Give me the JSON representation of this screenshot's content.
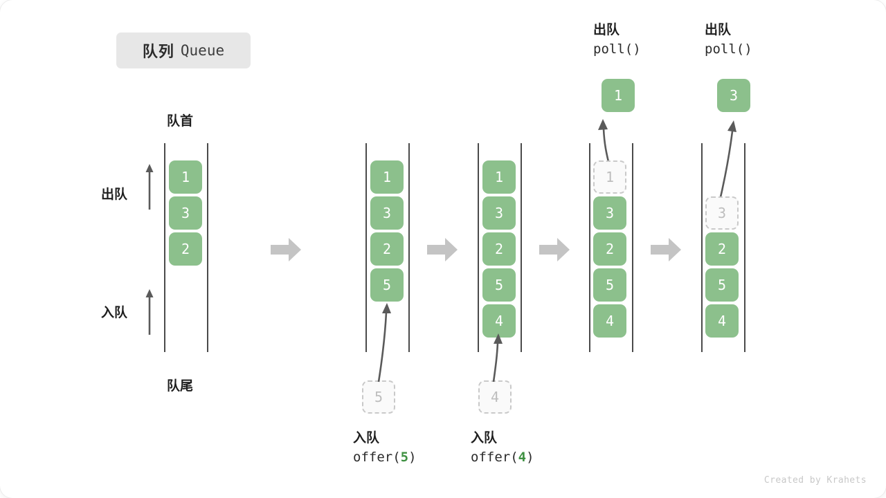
{
  "title": {
    "cn": "队列",
    "en": "Queue"
  },
  "labels": {
    "head": "队首",
    "tail": "队尾",
    "dequeue": "出队",
    "enqueue": "入队"
  },
  "credit": "Created by Krahets",
  "colors": {
    "cell_fill": "#8cc08c",
    "cell_text": "#ffffff",
    "ghost_fill": "#fafafa",
    "ghost_border": "#c9c9c9",
    "ghost_text": "#bdbdbd",
    "rail": "#4a4a4a",
    "block_arrow": "#c4c4c4",
    "curve_arrow": "#5a5a5a",
    "code_arg": "#3f9142",
    "badge_bg": "#e7e7e7"
  },
  "stages": [
    {
      "name": "initial",
      "cells": [
        "1",
        "3",
        "2"
      ],
      "ghost_index": -1,
      "popped": null,
      "op_cn": "",
      "op_code_pre": "",
      "op_code_arg": "",
      "op_code_post": ""
    },
    {
      "name": "after-offer-5",
      "cells": [
        "1",
        "3",
        "2",
        "5"
      ],
      "ghost_index": -1,
      "popped": null,
      "incoming": "5",
      "op_cn": "入队",
      "op_code_pre": "offer(",
      "op_code_arg": "5",
      "op_code_post": ")"
    },
    {
      "name": "after-offer-4",
      "cells": [
        "1",
        "3",
        "2",
        "5",
        "4"
      ],
      "ghost_index": -1,
      "popped": null,
      "incoming": "4",
      "op_cn": "入队",
      "op_code_pre": "offer(",
      "op_code_arg": "4",
      "op_code_post": ")"
    },
    {
      "name": "after-poll-1",
      "cells": [
        "1",
        "3",
        "2",
        "5",
        "4"
      ],
      "ghost_index": 0,
      "popped": "1",
      "op_cn": "出队",
      "op_code_pre": "poll(",
      "op_code_arg": "",
      "op_code_post": ")"
    },
    {
      "name": "after-poll-3",
      "cells": [
        "3",
        "2",
        "5",
        "4"
      ],
      "ghost_index": 0,
      "popped": "3",
      "op_cn": "出队",
      "op_code_pre": "poll(",
      "op_code_arg": "",
      "op_code_post": ")"
    }
  ]
}
